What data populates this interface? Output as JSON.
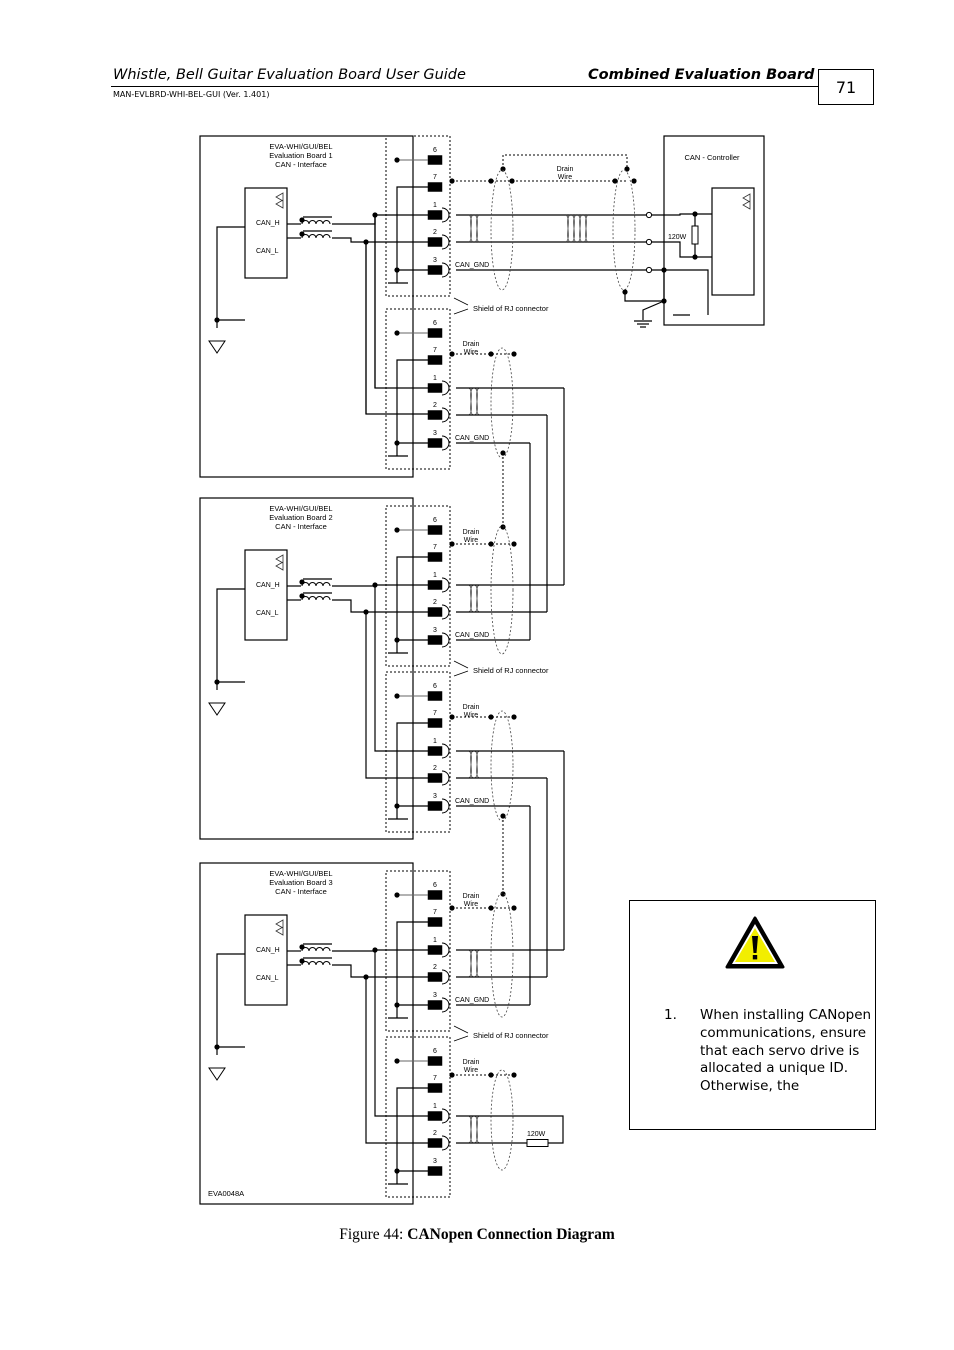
{
  "header": {
    "title": "Whistle, Bell Guitar Evaluation Board User Guide",
    "section": "Combined Evaluation Board",
    "doc_id": "MAN-EVLBRD-WHI-BEL-GUI (Ver. 1.401)",
    "page_number": "71"
  },
  "diagram": {
    "boards": [
      {
        "line1": "EVA-WHI/GUI/BEL",
        "line2": "Evaluation Board 1",
        "line3": "CAN -  Interface"
      },
      {
        "line1": "EVA-WHI/GUI/BEL",
        "line2": "Evaluation Board 2",
        "line3": "CAN -  Interface"
      },
      {
        "line1": "EVA-WHI/GUI/BEL",
        "line2": "Evaluation Board 3",
        "line3": "CAN -  Interface"
      }
    ],
    "signal_labels": {
      "can_h": "CAN_H",
      "can_l": "CAN_L",
      "can_gnd": "CAN_GND"
    },
    "pin_labels": [
      "6",
      "7",
      "1",
      "2",
      "3"
    ],
    "drain_wire_label": [
      "Drain",
      "Wire"
    ],
    "shield_label": "Shield of RJ connector",
    "controller_label": "CAN -  Controller",
    "terminator_label": "120W",
    "drawing_id": "EVA0048A"
  },
  "note": {
    "icon": "warning-triangle-icon",
    "items": [
      {
        "number": "1.",
        "text": "When installing CANopen communications, ensure that each servo drive is allocated a unique ID. Otherwise, the"
      }
    ]
  },
  "caption": {
    "prefix": "Figure 44: ",
    "title": "CANopen Connection Diagram"
  }
}
